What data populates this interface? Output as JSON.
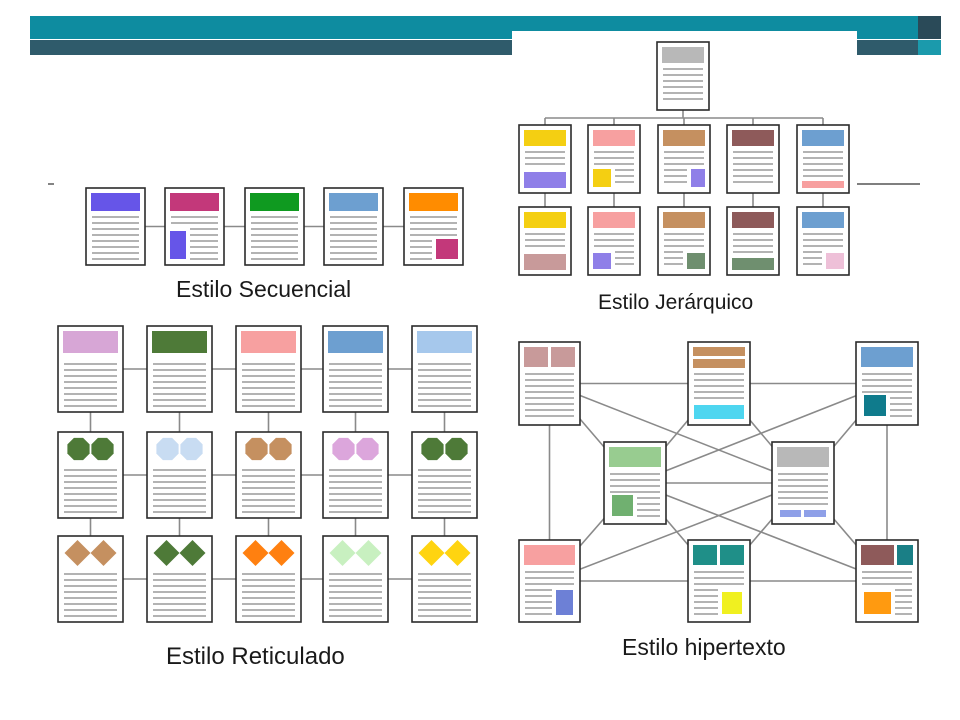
{
  "header": {
    "bar_color": "#0e8ca0",
    "band_color": "#2f5b6b",
    "box_color": "#2a4a58",
    "accent_color": "#1b9aac"
  },
  "colors": {
    "page_fill": "#ffffff",
    "page_border": "#2b2b2b",
    "text_line": "#9a9a9a",
    "connector": "#8a8a8a"
  },
  "diagrams": {
    "secuencial": {
      "caption": "Estilo Secuencial",
      "pages": [
        {
          "header": "#6655e8"
        },
        {
          "header": "#c3387a",
          "block": "#6655e8"
        },
        {
          "header": "#0f9a20"
        },
        {
          "header": "#6d9fd0"
        },
        {
          "header": "#ff8c00",
          "block": "#c3387a"
        }
      ]
    },
    "jerarquico": {
      "caption": "Estilo Jerárquico",
      "root": {
        "header": "#b8b8b8"
      },
      "level1": [
        {
          "header": "#f4cf12",
          "block": "#8f7fe8"
        },
        {
          "header": "#f7a0a0",
          "block": "#f4cf12"
        },
        {
          "header": "#c59060",
          "block": "#8f7fe8"
        },
        {
          "header": "#8e5a5a"
        },
        {
          "header": "#6d9fd0",
          "block": "#f7a0a0"
        }
      ],
      "level2": [
        {
          "header": "#f4cf12",
          "block": "#c89a9a"
        },
        {
          "header": "#f7a0a0",
          "block": "#8f7fe8"
        },
        {
          "header": "#c59060",
          "block": "#6f8f6f"
        },
        {
          "header": "#8e5a5a",
          "block": "#6f8f6f"
        },
        {
          "header": "#6d9fd0",
          "block": "#eec0d8"
        }
      ]
    },
    "reticulado": {
      "caption": "Estilo Reticulado",
      "row1": [
        "#d7a6d6",
        "#4e7a38",
        "#f7a0a0",
        "#6d9fd0",
        "#a6c8ec"
      ],
      "row2": [
        "#4e7a38",
        "#c8dcf2",
        "#c59060",
        "#dca6dc",
        "#4e7a38"
      ],
      "row3": [
        "#c59060",
        "#4e7a38",
        "#ff8010",
        "#c8f0c0",
        "#ffd410"
      ]
    },
    "hipertexto": {
      "caption": "Estilo hipertexto",
      "nodes": [
        {
          "header": "#c89a9a"
        },
        {
          "header": "#c59060",
          "block": "#4ed6f0"
        },
        {
          "header": "#6d9fd0",
          "block": "#0f7b8c"
        },
        {
          "header": "#98cc90",
          "block": "#70b070"
        },
        {
          "header": "#b8b8b8",
          "block": "#8fa0e8"
        },
        {
          "header": "#f7a0a0",
          "block": "#6d80d6"
        },
        {
          "header": "#1f8f88",
          "block": "#f0f020"
        },
        {
          "header": "#8e5a5a",
          "block": "#ff9a10"
        }
      ]
    }
  }
}
